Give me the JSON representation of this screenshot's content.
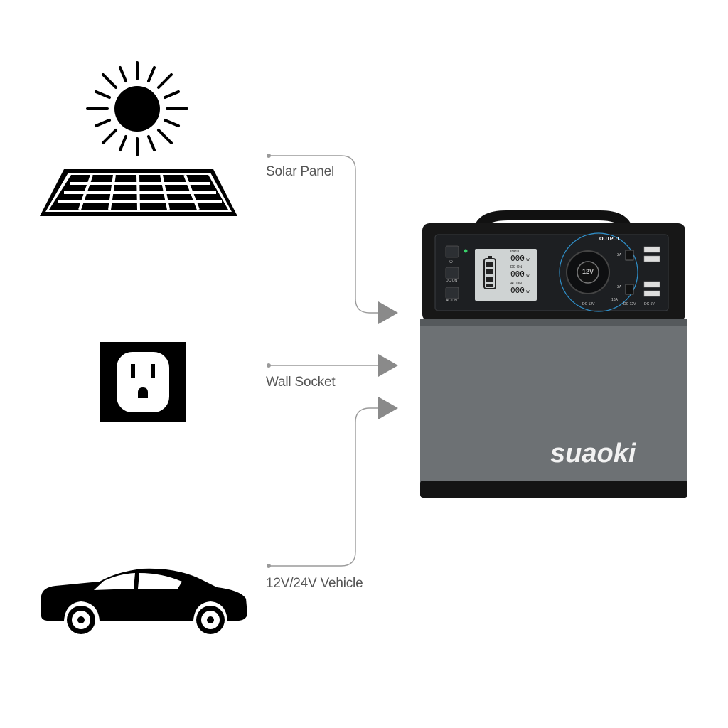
{
  "sources": {
    "solar": {
      "label": "Solar Panel"
    },
    "wall": {
      "label": "Wall Socket"
    },
    "vehicle": {
      "label": "12V/24V Vehicle"
    }
  },
  "device": {
    "brand": "suaoki",
    "panel": {
      "output_heading": "OUTPUT",
      "buttons": [
        "",
        "DC ON",
        "AC ON"
      ],
      "lcd_rows": [
        {
          "label": "INPUT",
          "value": "000",
          "unit": "W"
        },
        {
          "label": "DC  ON",
          "value": "000",
          "unit": "W"
        },
        {
          "label": "AC  ON",
          "value": "000",
          "unit": "W"
        }
      ],
      "socket_label": "12V",
      "port_top_amps": "3A",
      "port_bottom_amps": "3A",
      "bottom_legend": "DC 12V",
      "mid_legend": "10A",
      "dc12_legend": "DC 12V",
      "dc5_legend": "DC 5V"
    }
  },
  "colors": {
    "line": "#9a9a9a",
    "arrow": "#8a8a8a",
    "body": "#6b6f72",
    "top": "#161616",
    "accent": "#2f8fc9"
  }
}
